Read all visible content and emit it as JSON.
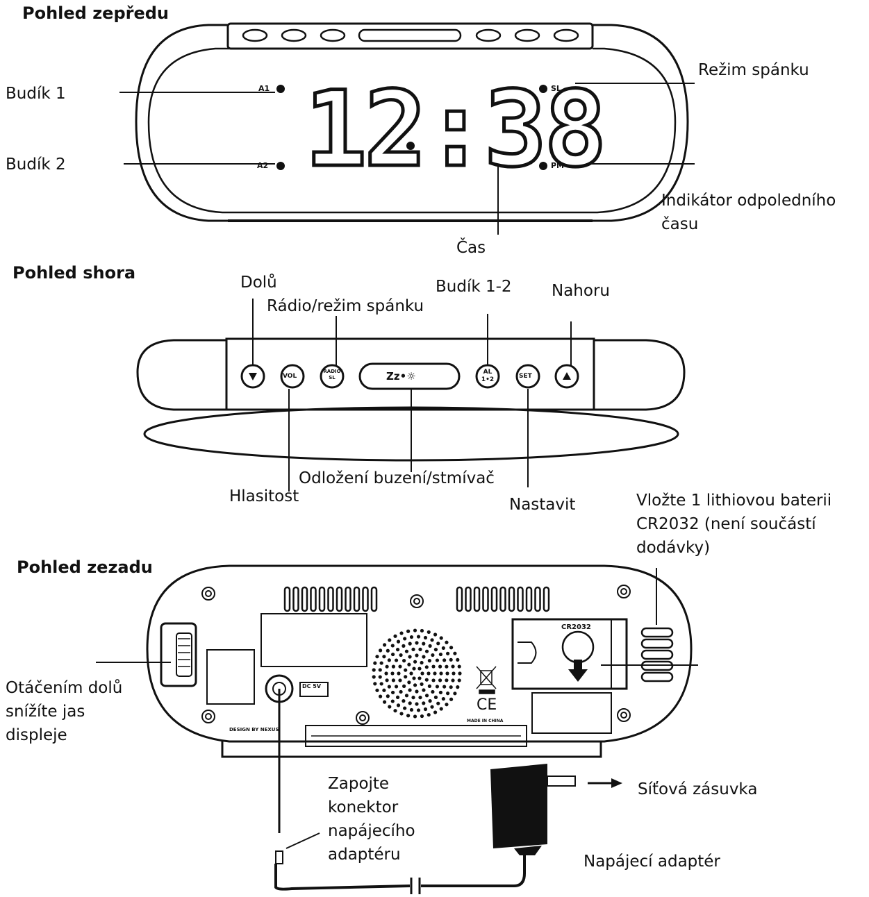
{
  "sections": {
    "front": "Pohled zepředu",
    "top": "Pohled shora",
    "back": "Pohled zezadu"
  },
  "front": {
    "alarm1": "Budík 1",
    "alarm2": "Budík 2",
    "sleep_mode": "Režim spánku",
    "pm_indicator": "Indikátor odpoledního času",
    "time": "Čas",
    "display_time": "12:38",
    "led_a1": "A1",
    "led_a2": "A2",
    "led_sl": "SL",
    "led_pm": "PM"
  },
  "top": {
    "down": "Dolů",
    "radio_sleep": "Rádio/režim spánku",
    "alarm12": "Budík 1-2",
    "up": "Nahoru",
    "volume": "Hlasitost",
    "snooze_dimmer": "Odložení buzení/stmívač",
    "set": "Nastavit",
    "btn_vol": "VOL",
    "btn_radio": "RADIO SL",
    "btn_al": "AL 1•2",
    "btn_set": "SET",
    "btn_snooze": "Zz•☼"
  },
  "back": {
    "battery": "Vložte 1 lithiovou baterii CR2032 (není součástí dodávky)",
    "dimmer_wheel": "Otáčením dolů snížíte jas displeje",
    "connect_adapter": "Zapojte konektor napájecího adaptéru",
    "power_adapter": "Napájecí adaptér",
    "wall_socket": "Síťová zásuvka",
    "battery_label": "CR2032",
    "dc_label": "DC 5V",
    "design_by": "DESIGN BY NEXUS",
    "made_in": "MADE IN CHINA",
    "ce_mark": "CE"
  }
}
